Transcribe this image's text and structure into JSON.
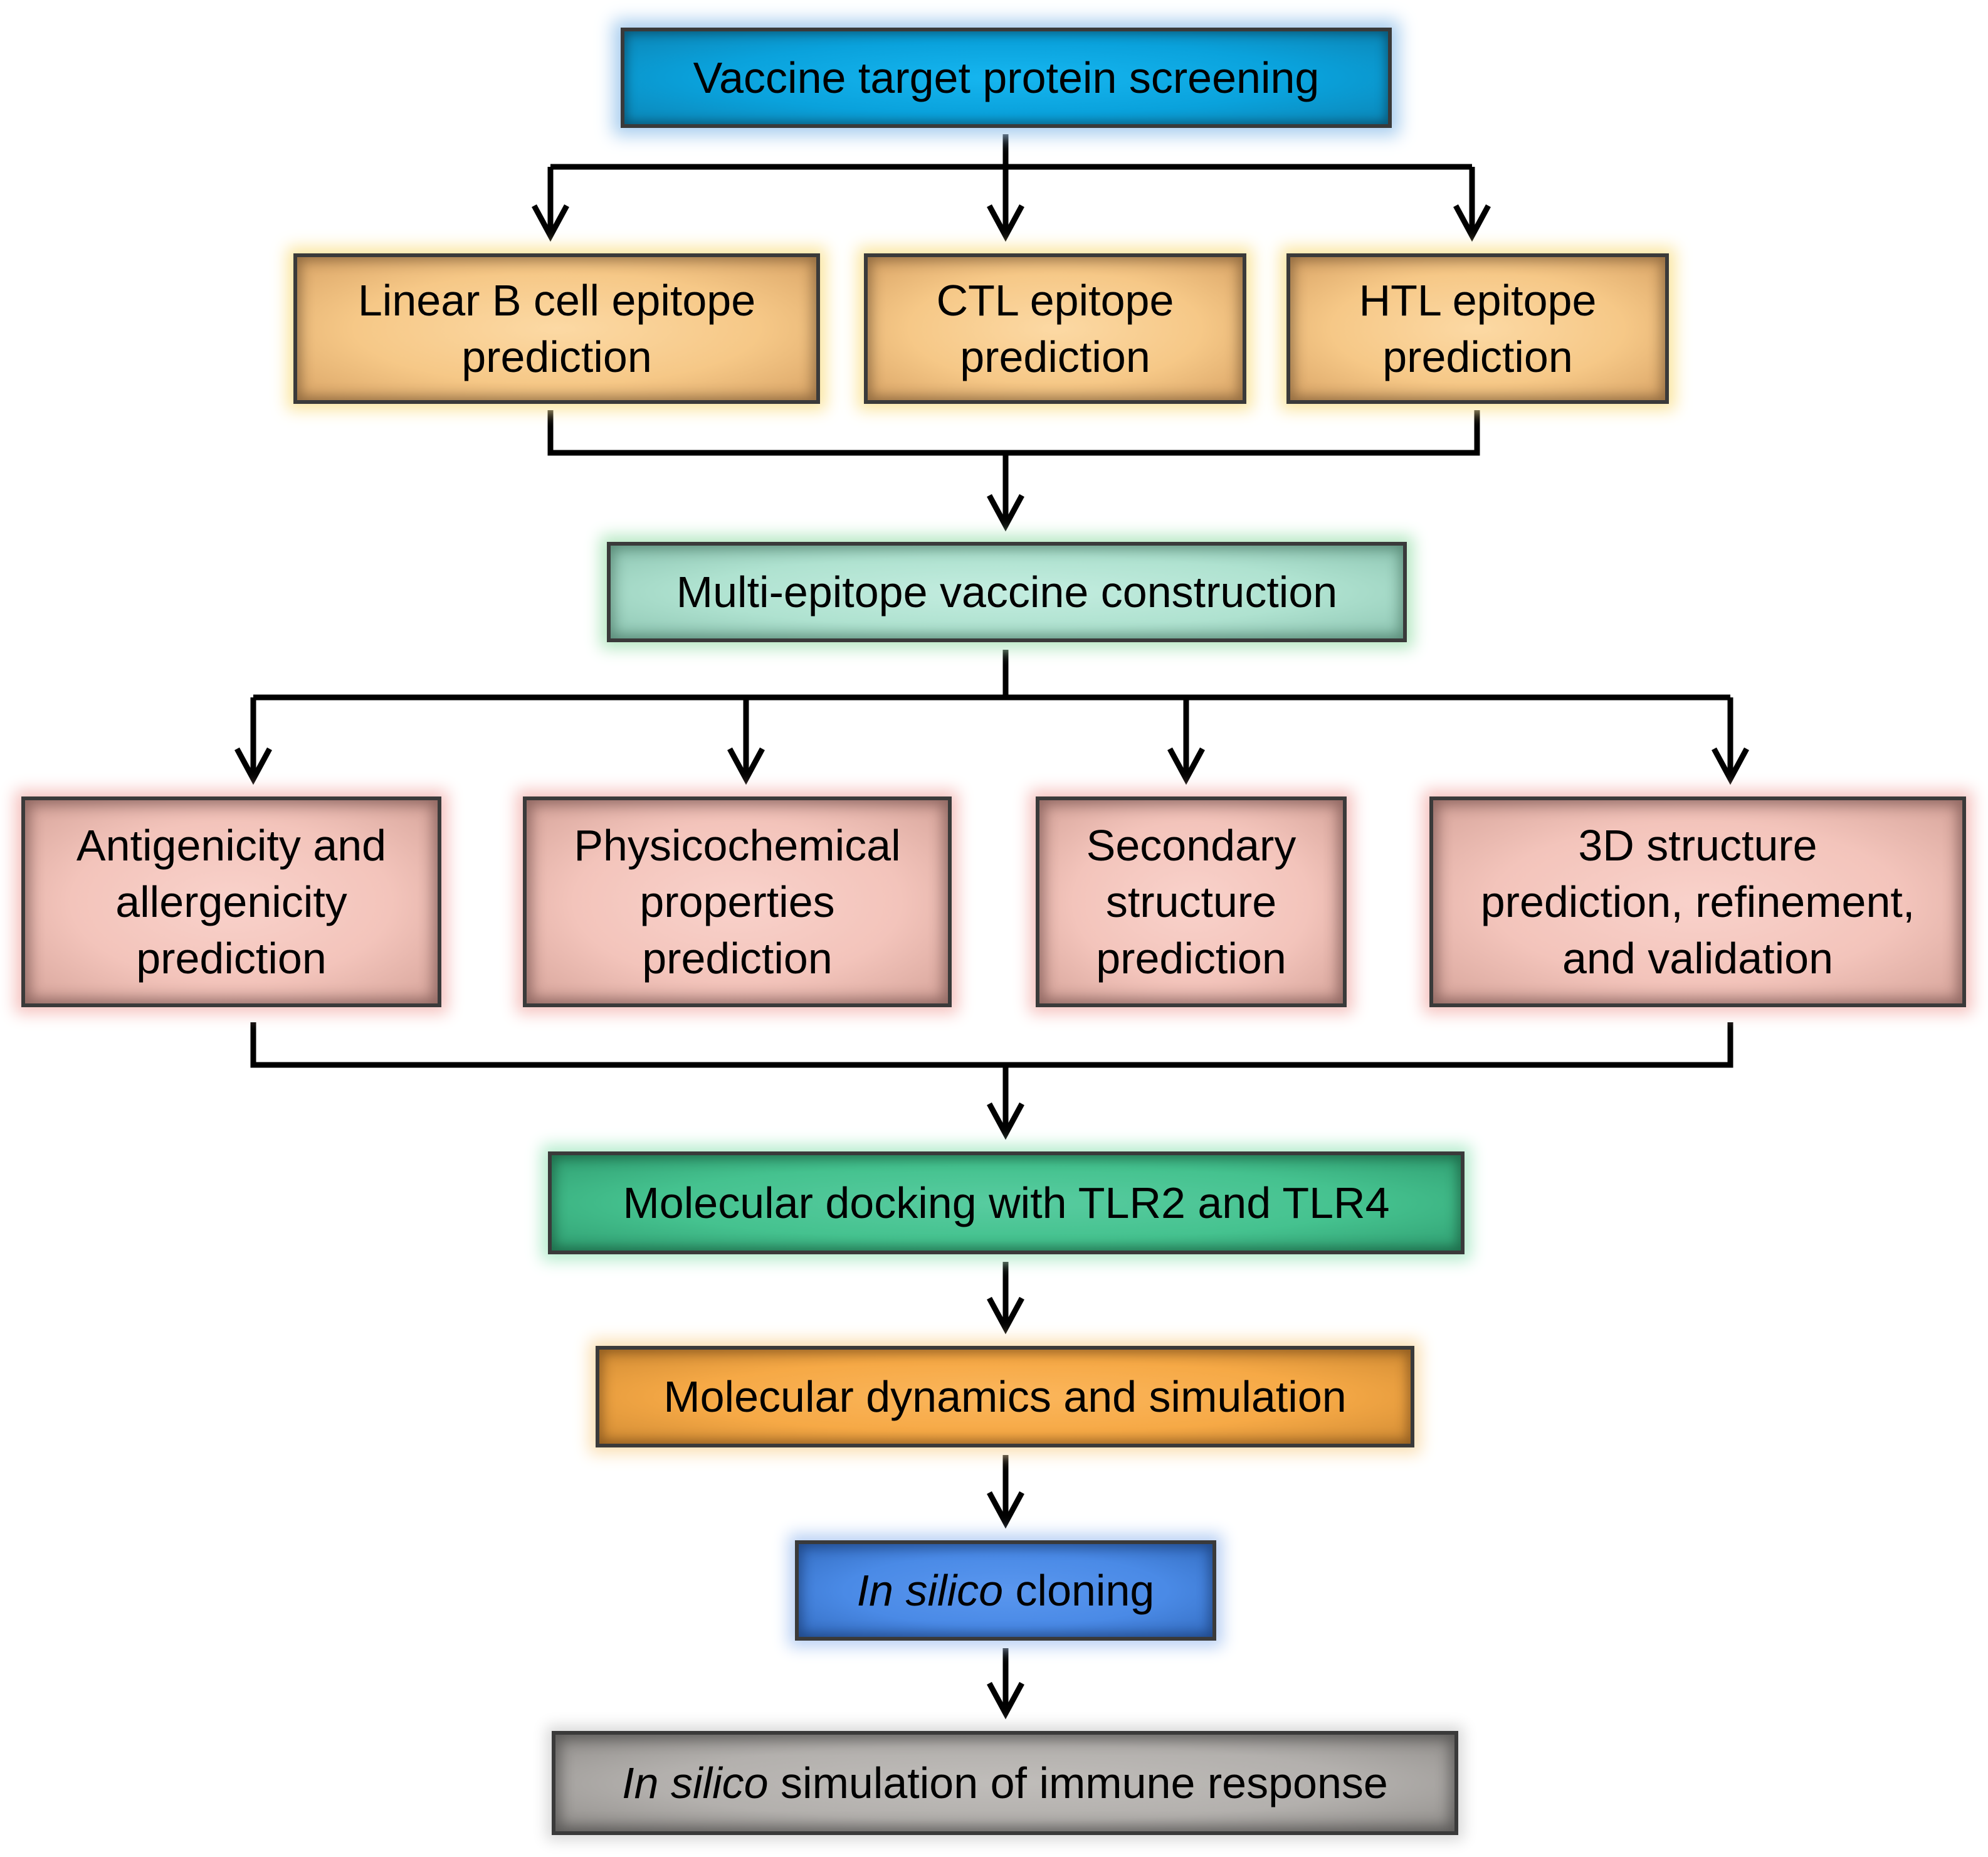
{
  "diagram": {
    "nodes": {
      "screening": {
        "lines": [
          "Vaccine target protein screening"
        ],
        "color": "#0aa2dc"
      },
      "linear_b": {
        "lines": [
          "Linear B cell epitope",
          "prediction"
        ],
        "color": "#f6c887"
      },
      "ctl": {
        "lines": [
          "CTL epitope",
          "prediction"
        ],
        "color": "#f6c887"
      },
      "htl": {
        "lines": [
          "HTL epitope",
          "prediction"
        ],
        "color": "#f6c887"
      },
      "multi_epitope": {
        "lines": [
          "Multi-epitope vaccine construction"
        ],
        "color": "#afe2d0"
      },
      "antigenicity": {
        "lines": [
          "Antigenicity and",
          "allergenicity",
          "prediction"
        ],
        "color": "#f3c4bb"
      },
      "physicochemical": {
        "lines": [
          "Physicochemical",
          "properties",
          "prediction"
        ],
        "color": "#f3c4bb"
      },
      "secondary": {
        "lines": [
          "Secondary",
          "structure",
          "prediction"
        ],
        "color": "#f3c4bb"
      },
      "structure_3d": {
        "lines": [
          "3D structure",
          "prediction, refinement,",
          "and validation"
        ],
        "color": "#f3c4bb"
      },
      "docking": {
        "lines": [
          "Molecular docking with TLR2 and TLR4"
        ],
        "color": "#45c28f"
      },
      "dynamics": {
        "lines": [
          "Molecular dynamics and simulation"
        ],
        "color": "#f6a946"
      },
      "cloning": {
        "italic": "In silico",
        "rest": " cloning",
        "color": "#4a8ae6"
      },
      "immune": {
        "italic": "In silico",
        "rest": " simulation of immune response",
        "color": "#b3b0ad"
      }
    },
    "edges": [
      {
        "from": "screening",
        "to": [
          "linear_b",
          "ctl",
          "htl"
        ]
      },
      {
        "from": [
          "linear_b",
          "ctl",
          "htl"
        ],
        "to": "multi_epitope"
      },
      {
        "from": "multi_epitope",
        "to": [
          "antigenicity",
          "physicochemical",
          "secondary",
          "structure_3d"
        ]
      },
      {
        "from": [
          "antigenicity",
          "physicochemical",
          "secondary",
          "structure_3d"
        ],
        "to": "docking"
      },
      {
        "from": "docking",
        "to": "dynamics"
      },
      {
        "from": "dynamics",
        "to": "cloning"
      },
      {
        "from": "cloning",
        "to": "immune"
      }
    ],
    "line_color": "#000000"
  }
}
